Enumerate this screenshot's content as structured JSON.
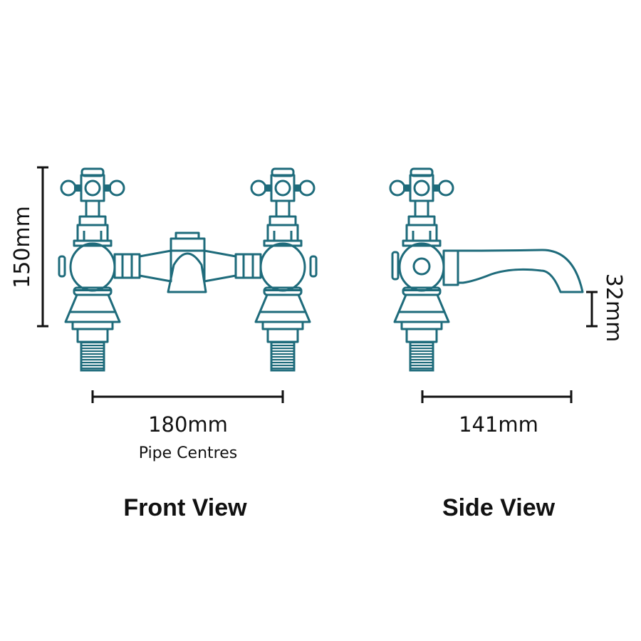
{
  "colors": {
    "line": "#1e6b7b",
    "dimension": "#111111"
  },
  "front_view": {
    "title": "Front View",
    "height_label": "150mm",
    "width_label": "180mm",
    "width_sublabel": "Pipe Centres"
  },
  "side_view": {
    "title": "Side View",
    "depth_label": "141mm",
    "spout_height_label": "32mm"
  }
}
